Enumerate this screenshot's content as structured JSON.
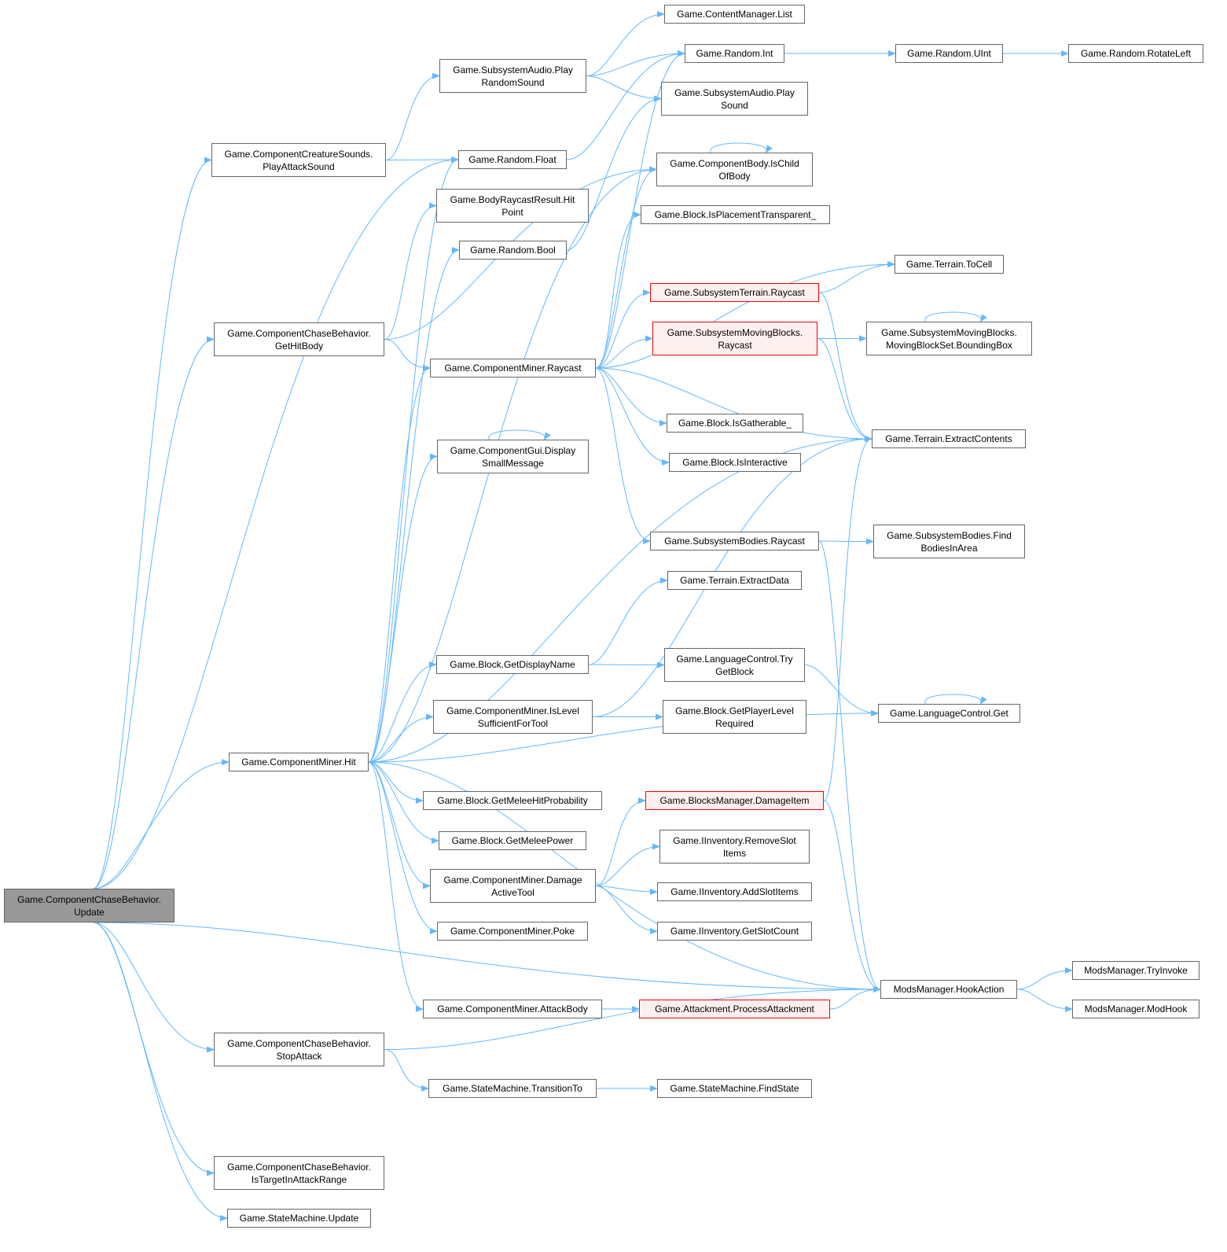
{
  "title": "Call graph of Game.ComponentChaseBehavior.Update",
  "colors": {
    "edge": "#63b8ff",
    "node_border": "#666666",
    "root_fill": "#999999",
    "red_border": "#ff0000",
    "red_fill": "#fff0f0"
  },
  "nodes": [
    {
      "id": "root",
      "label": [
        "Game.ComponentChaseBehavior.",
        "Update"
      ],
      "style": "root"
    },
    {
      "id": "pas",
      "label": [
        "Game.ComponentCreatureSounds.",
        "PlayAttackSound"
      ]
    },
    {
      "id": "ghb",
      "label": [
        "Game.ComponentChaseBehavior.",
        "GetHitBody"
      ]
    },
    {
      "id": "hit",
      "label": [
        "Game.ComponentMiner.Hit"
      ]
    },
    {
      "id": "stop",
      "label": [
        "Game.ComponentChaseBehavior.",
        "StopAttack"
      ]
    },
    {
      "id": "itar",
      "label": [
        "Game.ComponentChaseBehavior.",
        "IsTargetInAttackRange"
      ]
    },
    {
      "id": "smu",
      "label": [
        "Game.StateMachine.Update"
      ]
    },
    {
      "id": "prs",
      "label": [
        "Game.SubsystemAudio.Play",
        "RandomSound"
      ]
    },
    {
      "id": "rf",
      "label": [
        "Game.Random.Float"
      ]
    },
    {
      "id": "hp",
      "label": [
        "Game.BodyRaycastResult.Hit",
        "Point"
      ]
    },
    {
      "id": "rb",
      "label": [
        "Game.Random.Bool"
      ]
    },
    {
      "id": "cmr",
      "label": [
        "Game.ComponentMiner.Raycast"
      ]
    },
    {
      "id": "dsm",
      "label": [
        "Game.ComponentGui.Display",
        "SmallMessage"
      ]
    },
    {
      "id": "gdn",
      "label": [
        "Game.Block.GetDisplayName"
      ]
    },
    {
      "id": "ils",
      "label": [
        "Game.ComponentMiner.IsLevel",
        "SufficientForTool"
      ]
    },
    {
      "id": "gmhp",
      "label": [
        "Game.Block.GetMeleeHitProbability"
      ]
    },
    {
      "id": "gmp",
      "label": [
        "Game.Block.GetMeleePower"
      ]
    },
    {
      "id": "dat",
      "label": [
        "Game.ComponentMiner.Damage",
        "ActiveTool"
      ]
    },
    {
      "id": "poke",
      "label": [
        "Game.ComponentMiner.Poke"
      ]
    },
    {
      "id": "ab",
      "label": [
        "Game.ComponentMiner.AttackBody"
      ]
    },
    {
      "id": "tt",
      "label": [
        "Game.StateMachine.TransitionTo"
      ]
    },
    {
      "id": "cml",
      "label": [
        "Game.ContentManager.List"
      ]
    },
    {
      "id": "ri",
      "label": [
        "Game.Random.Int"
      ]
    },
    {
      "id": "ps",
      "label": [
        "Game.SubsystemAudio.Play",
        "Sound"
      ]
    },
    {
      "id": "icob",
      "label": [
        "Game.ComponentBody.IsChild",
        "OfBody"
      ]
    },
    {
      "id": "ipt",
      "label": [
        "Game.Block.IsPlacementTransparent_"
      ]
    },
    {
      "id": "str",
      "label": [
        "Game.SubsystemTerrain.Raycast"
      ],
      "style": "red"
    },
    {
      "id": "smbr",
      "label": [
        "Game.SubsystemMovingBlocks.",
        "Raycast"
      ],
      "style": "red"
    },
    {
      "id": "ig",
      "label": [
        "Game.Block.IsGatherable_"
      ]
    },
    {
      "id": "ii",
      "label": [
        "Game.Block.IsInteractive"
      ]
    },
    {
      "id": "sbr",
      "label": [
        "Game.SubsystemBodies.Raycast"
      ]
    },
    {
      "id": "ted",
      "label": [
        "Game.Terrain.ExtractData"
      ]
    },
    {
      "id": "tgb",
      "label": [
        "Game.LanguageControl.Try",
        "GetBlock"
      ]
    },
    {
      "id": "gplr",
      "label": [
        "Game.Block.GetPlayerLevel",
        "Required"
      ]
    },
    {
      "id": "di",
      "label": [
        "Game.BlocksManager.DamageItem"
      ],
      "style": "red"
    },
    {
      "id": "rsi",
      "label": [
        "Game.IInventory.RemoveSlot",
        "Items"
      ]
    },
    {
      "id": "asi",
      "label": [
        "Game.IInventory.AddSlotItems"
      ]
    },
    {
      "id": "gsc",
      "label": [
        "Game.IInventory.GetSlotCount"
      ]
    },
    {
      "id": "pa",
      "label": [
        "Game.Attackment.ProcessAttackment"
      ],
      "style": "red"
    },
    {
      "id": "fs",
      "label": [
        "Game.StateMachine.FindState"
      ]
    },
    {
      "id": "rui",
      "label": [
        "Game.Random.UInt"
      ]
    },
    {
      "id": "rrl",
      "label": [
        "Game.Random.RotateLeft"
      ]
    },
    {
      "id": "tc",
      "label": [
        "Game.Terrain.ToCell"
      ]
    },
    {
      "id": "bb",
      "label": [
        "Game.SubsystemMovingBlocks.",
        "MovingBlockSet.BoundingBox"
      ]
    },
    {
      "id": "tec",
      "label": [
        "Game.Terrain.ExtractContents"
      ]
    },
    {
      "id": "fbia",
      "label": [
        "Game.SubsystemBodies.Find",
        "BodiesInArea"
      ]
    },
    {
      "id": "lcg",
      "label": [
        "Game.LanguageControl.Get"
      ]
    },
    {
      "id": "ha",
      "label": [
        "ModsManager.HookAction"
      ]
    },
    {
      "id": "ti",
      "label": [
        "ModsManager.TryInvoke"
      ]
    },
    {
      "id": "mh",
      "label": [
        "ModsManager.ModHook"
      ]
    }
  ],
  "edges": [
    [
      "root",
      "pas"
    ],
    [
      "root",
      "ghb"
    ],
    [
      "root",
      "hit"
    ],
    [
      "root",
      "stop"
    ],
    [
      "root",
      "itar"
    ],
    [
      "root",
      "smu"
    ],
    [
      "root",
      "rf"
    ],
    [
      "root",
      "ha"
    ],
    [
      "pas",
      "prs"
    ],
    [
      "pas",
      "rf"
    ],
    [
      "prs",
      "cml"
    ],
    [
      "prs",
      "ri"
    ],
    [
      "prs",
      "ps"
    ],
    [
      "rf",
      "ri"
    ],
    [
      "rb",
      "ps"
    ],
    [
      "ri",
      "rui"
    ],
    [
      "rui",
      "rrl"
    ],
    [
      "ghb",
      "hp"
    ],
    [
      "ghb",
      "icob"
    ],
    [
      "ghb",
      "cmr"
    ],
    [
      "cmr",
      "ri"
    ],
    [
      "cmr",
      "icob"
    ],
    [
      "cmr",
      "ipt"
    ],
    [
      "cmr",
      "tc"
    ],
    [
      "cmr",
      "str"
    ],
    [
      "cmr",
      "smbr"
    ],
    [
      "cmr",
      "tec"
    ],
    [
      "cmr",
      "ig"
    ],
    [
      "cmr",
      "ii"
    ],
    [
      "cmr",
      "sbr"
    ],
    [
      "str",
      "tc"
    ],
    [
      "str",
      "tec"
    ],
    [
      "smbr",
      "bb"
    ],
    [
      "smbr",
      "tec"
    ],
    [
      "sbr",
      "fbia"
    ],
    [
      "sbr",
      "ha"
    ],
    [
      "hit",
      "rf"
    ],
    [
      "hit",
      "rb"
    ],
    [
      "hit",
      "cmr"
    ],
    [
      "hit",
      "icob"
    ],
    [
      "hit",
      "dsm"
    ],
    [
      "hit",
      "tec"
    ],
    [
      "hit",
      "gdn"
    ],
    [
      "hit",
      "ils"
    ],
    [
      "hit",
      "lcg"
    ],
    [
      "hit",
      "gmhp"
    ],
    [
      "hit",
      "gmp"
    ],
    [
      "hit",
      "dat"
    ],
    [
      "hit",
      "poke"
    ],
    [
      "hit",
      "ha"
    ],
    [
      "hit",
      "ab"
    ],
    [
      "gdn",
      "ted"
    ],
    [
      "gdn",
      "tgb"
    ],
    [
      "ils",
      "gplr"
    ],
    [
      "ils",
      "tec"
    ],
    [
      "tgb",
      "lcg"
    ],
    [
      "dat",
      "di"
    ],
    [
      "dat",
      "rsi"
    ],
    [
      "dat",
      "asi"
    ],
    [
      "dat",
      "gsc"
    ],
    [
      "di",
      "tec"
    ],
    [
      "di",
      "ha"
    ],
    [
      "ab",
      "pa"
    ],
    [
      "pa",
      "ha"
    ],
    [
      "ha",
      "ti"
    ],
    [
      "ha",
      "mh"
    ],
    [
      "stop",
      "ha"
    ],
    [
      "stop",
      "tt"
    ],
    [
      "tt",
      "fs"
    ],
    [
      "icob",
      "icob"
    ],
    [
      "dsm",
      "dsm"
    ],
    [
      "bb",
      "bb"
    ],
    [
      "lcg",
      "lcg"
    ]
  ]
}
